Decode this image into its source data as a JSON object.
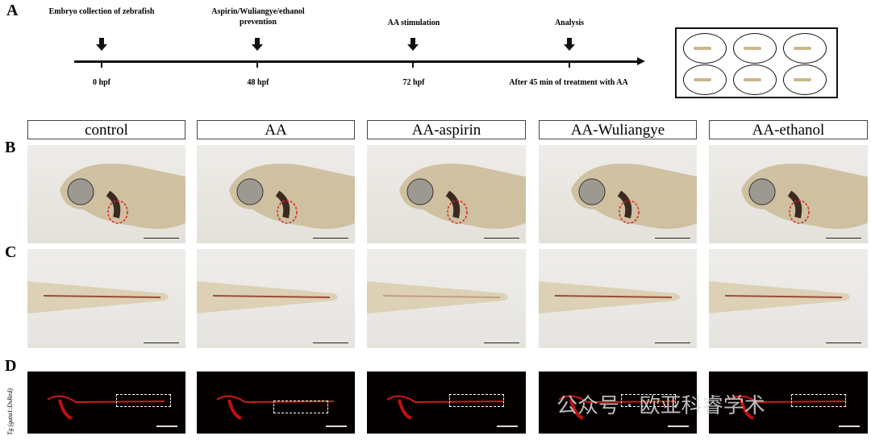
{
  "panel_labels": [
    "A",
    "B",
    "C",
    "D"
  ],
  "timeline": {
    "events": [
      {
        "top": "Embryo collection of zebrafish",
        "bottom": "0 hpf"
      },
      {
        "top": "Aspirin/Wuliangye/ethanol prevention",
        "bottom": "48 hpf"
      },
      {
        "top": "AA stimulation",
        "bottom": "72 hpf"
      },
      {
        "top": "Analysis",
        "bottom": "After 45 min of treatment with AA"
      }
    ]
  },
  "columns": [
    "control",
    "AA",
    "AA-aspirin",
    "AA-Wuliangye",
    "AA-ethanol"
  ],
  "row_d_ylabel": "Tg (gata1:DsRed)",
  "watermark": "公众号 · 欧亚科睿学术"
}
